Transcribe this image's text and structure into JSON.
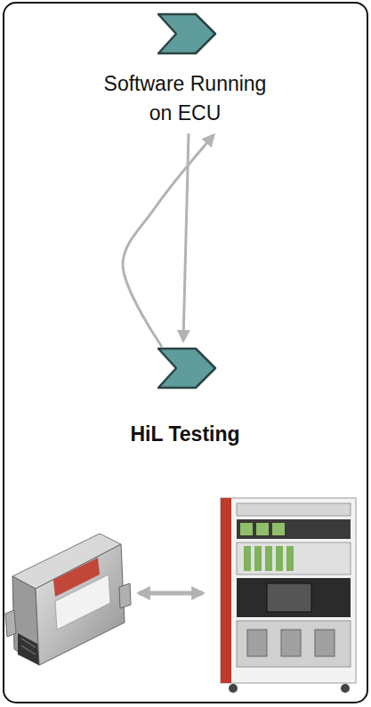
{
  "diagram": {
    "nodes": [
      {
        "text": [
          "Software Running on ECU"
        ]
      },
      {
        "text": [
          "HiL Testing"
        ]
      }
    ],
    "edges": [
      {
        "from": 0,
        "to": 1,
        "arrow": "to"
      },
      {
        "from": 1,
        "to": 0,
        "arrow": "to"
      }
    ]
  }
}
